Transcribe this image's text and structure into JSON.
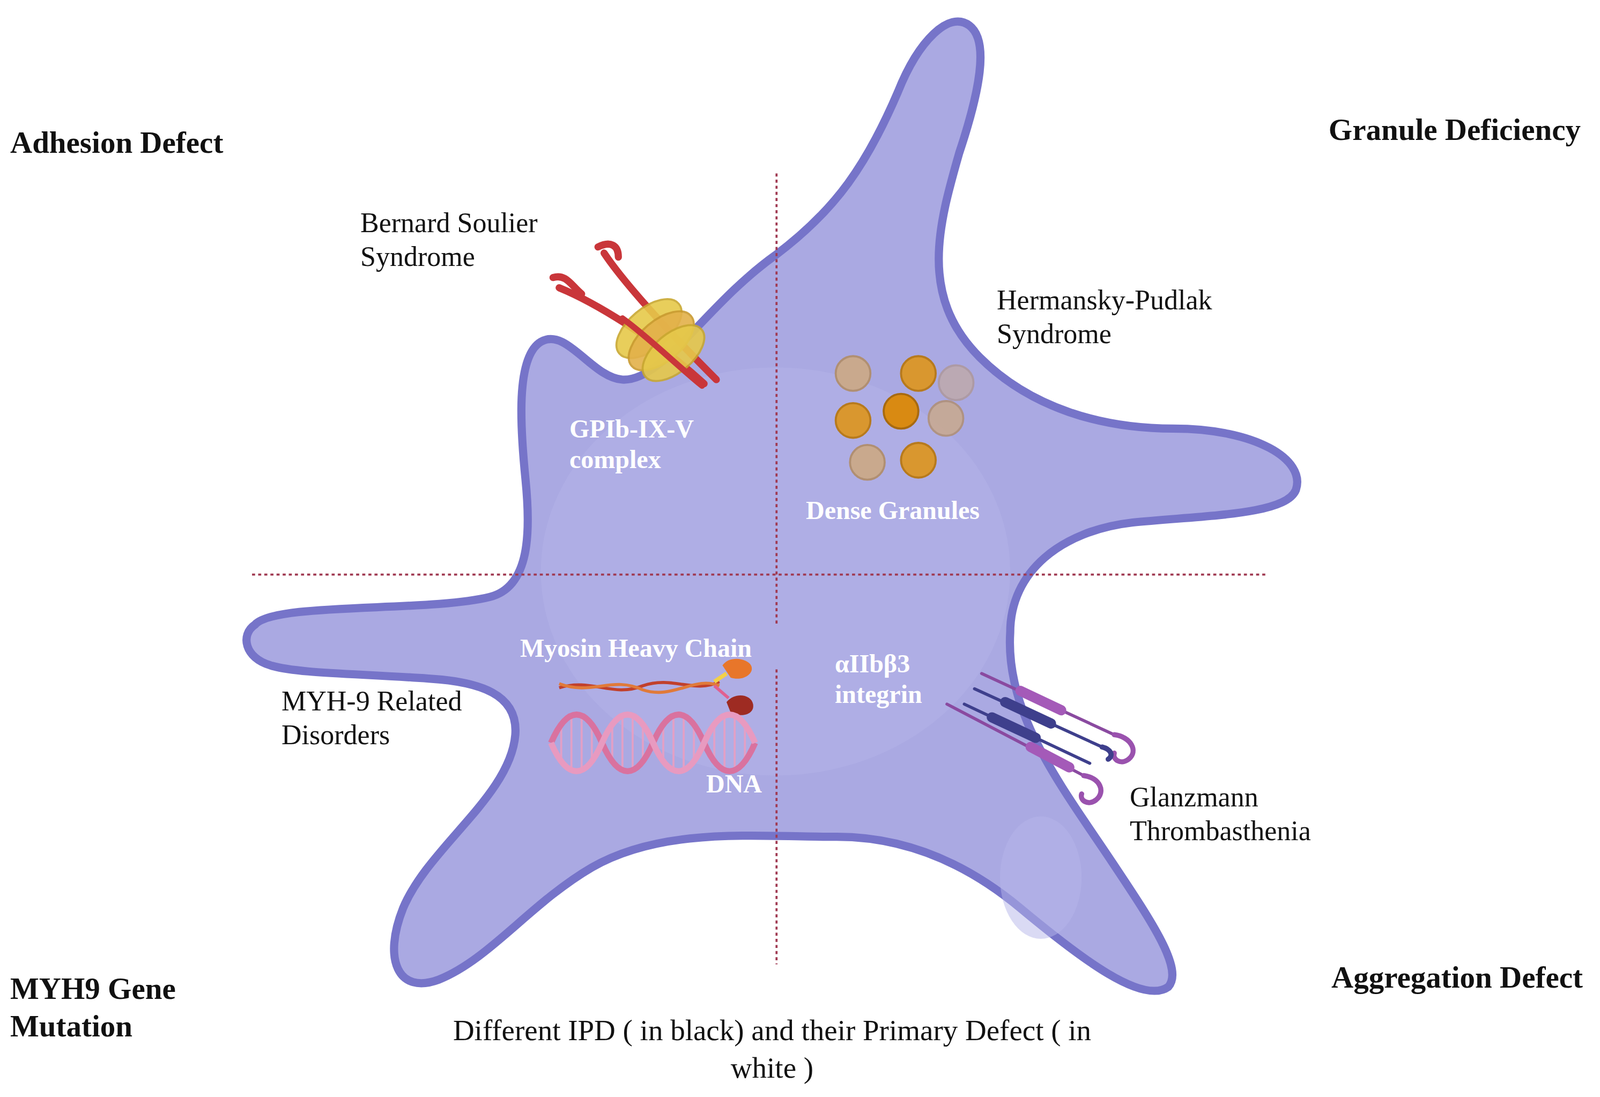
{
  "diagram": {
    "caption": "Different IPD ( in black) and their Primary Defect ( in white )",
    "labels": [
      "Adhesion Defect",
      "Granule Deficiency",
      "Bernard Soulier Syndrome",
      "Hermansky-Pudlak Syndrome",
      "GPIb-IX-V complex",
      "Dense Granules",
      "Myosin Heavy Chain",
      "αIIbβ3 integrin",
      "MYH-9 Related Disorders",
      "DNA",
      "Glanzmann Thrombasthenia",
      "MYH9 Gene Mutation",
      "Aggregation Defect"
    ]
  }
}
